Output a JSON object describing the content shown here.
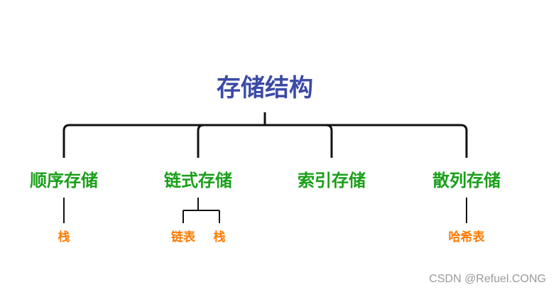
{
  "root": {
    "label": "存储结构"
  },
  "children": [
    {
      "label": "顺序存储",
      "leaves": [
        "栈"
      ]
    },
    {
      "label": "链式存储",
      "leaves": [
        "链表",
        "栈"
      ]
    },
    {
      "label": "索引存储",
      "leaves": []
    },
    {
      "label": "散列存储",
      "leaves": [
        "哈希表"
      ]
    }
  ],
  "colors": {
    "root": "#3b4aa6",
    "level1": "#1aa01a",
    "level2": "#ff7a00",
    "lines": "#111111",
    "watermark": "#9a9a9a"
  },
  "watermark": "CSDN @Refuel.CONG"
}
